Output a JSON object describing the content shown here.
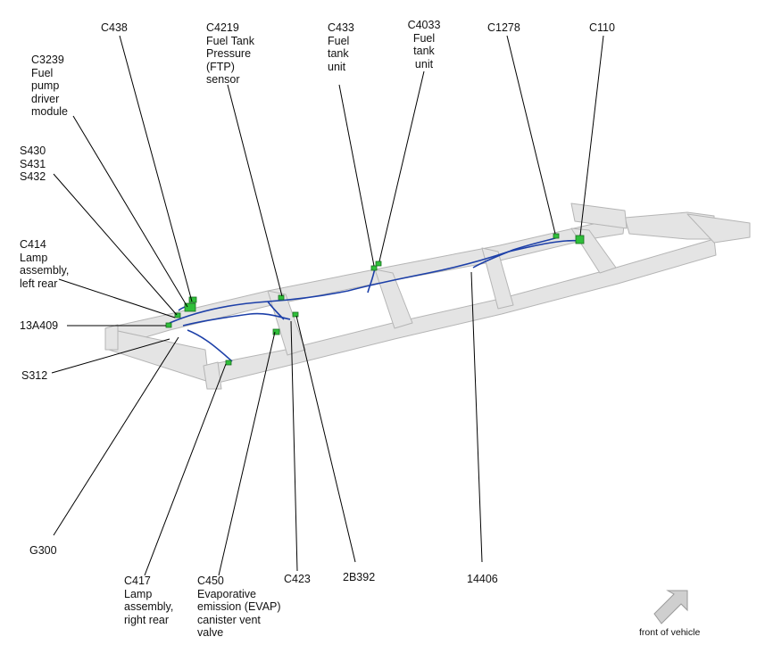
{
  "callouts": {
    "c438": [
      "C438"
    ],
    "c4219": [
      "C4219",
      "Fuel Tank",
      "Pressure",
      "(FTP)",
      "sensor"
    ],
    "c433": [
      "C433",
      "Fuel",
      "tank",
      "unit"
    ],
    "c4033": [
      "C4033",
      "Fuel",
      "tank",
      "unit"
    ],
    "c1278": [
      "C1278"
    ],
    "c110": [
      "C110"
    ],
    "c3239": [
      "C3239",
      "Fuel",
      "pump",
      "driver",
      "module"
    ],
    "s430": [
      "S430",
      "S431",
      "S432"
    ],
    "c414": [
      "C414",
      "Lamp",
      "assembly,",
      "left rear"
    ],
    "a13409": [
      "13A409"
    ],
    "s312": [
      "S312"
    ],
    "g300": [
      "G300"
    ],
    "c417": [
      "C417",
      "Lamp",
      "assembly,",
      "right rear"
    ],
    "c450": [
      "C450",
      "Evaporative",
      "emission (EVAP)",
      "canister vent",
      "valve"
    ],
    "c423": [
      "C423"
    ],
    "b2392": [
      "2B392"
    ],
    "h14406": [
      "14406"
    ]
  },
  "orientation": {
    "label": "front of vehicle"
  },
  "colors": {
    "frame": "#e4e4e4",
    "frame_edge": "#b5b5b5",
    "harness": "#1c3fa8",
    "connector": "#2fbf3a",
    "leader": "#000000"
  }
}
